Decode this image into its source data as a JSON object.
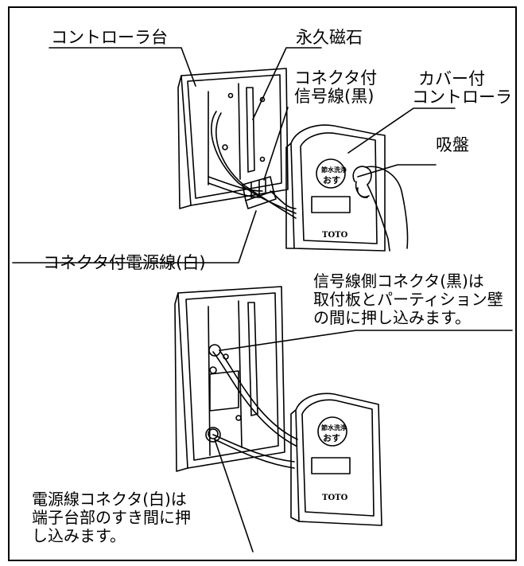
{
  "labels": {
    "controller_base": "コントローラ台",
    "permanent_magnet": "永久磁石",
    "signal_wire": [
      "コネクタ付",
      "信号線(黒)"
    ],
    "covered_controller": [
      "カバー付",
      "コントローラ"
    ],
    "suction_cup": "吸盤",
    "power_wire": "コネクタ付電源線(白)"
  },
  "notes": {
    "signal_connector": [
      "信号線側コネクタ(黒)は",
      "取付板とパーティション壁",
      "の間に押し込みます。"
    ],
    "power_connector": [
      "電源線コネクタ(白)は",
      "端子台部のすき間に押",
      "し込みます。"
    ]
  },
  "device": {
    "brand": "TOTO",
    "button_text": [
      "節水洗浄",
      "おす"
    ]
  },
  "colors": {
    "line": "#000000",
    "background": "#ffffff"
  }
}
